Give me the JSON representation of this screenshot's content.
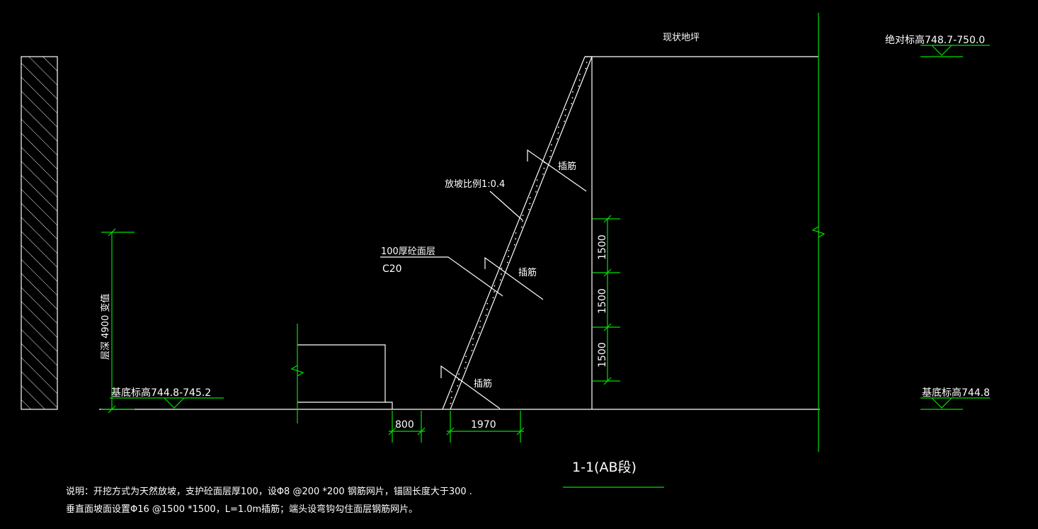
{
  "labels": {
    "existing_ground": "现状地坪",
    "abs_elev_top": "绝对标高748.7-750.0",
    "base_elev_left": "基底标高744.8-745.2",
    "base_elev_right": "基底标高744.8",
    "depth_label": "层深 4900 变值",
    "slope_ratio": "放坡比例1:0.4",
    "shotcrete_layer": "100厚砼面层",
    "concrete_grade": "C20",
    "dowel_1": "插筋",
    "dowel_2": "插筋",
    "dowel_3": "插筋"
  },
  "dimensions": {
    "d800": "800",
    "d1970": "1970",
    "d1500_a": "1500",
    "d1500_b": "1500",
    "d1500_c": "1500"
  },
  "title": "1-1(AB段)",
  "notes": {
    "line1": "说明：开挖方式为天然放坡，支护砼面层厚100，设Φ8 @200 *200 钢筋网片，锚固长度大于300 .",
    "line2": "垂直面坡面设置Φ16 @1500 *1500，L=1.0m插筋；端头设弯钩勾住面层钢筋网片。"
  },
  "colors": {
    "background": "#000000",
    "lines": "#ffffff",
    "dimension": "#00e000"
  }
}
